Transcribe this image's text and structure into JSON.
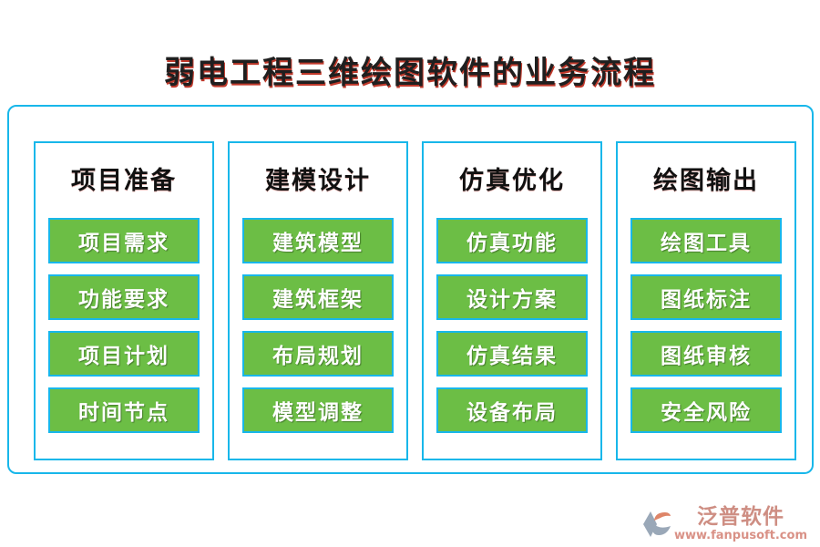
{
  "title": "弱电工程三维绘图软件的业务流程",
  "colors": {
    "accent_cyan": "#18b7ea",
    "button_green": "#6cbe45",
    "title_ink": "#1f1f1f",
    "title_red_shadow": "#c0392b",
    "logo_pink": "#ce8e83",
    "logo_url_pink": "#d99186",
    "logo_grey": "#9aa8b8",
    "logo_salmon": "#de8568"
  },
  "columns": [
    {
      "header": "项目准备",
      "buttons": [
        "项目需求",
        "功能要求",
        "项目计划",
        "时间节点"
      ]
    },
    {
      "header": "建模设计",
      "buttons": [
        "建筑模型",
        "建筑框架",
        "布局规划",
        "模型调整"
      ]
    },
    {
      "header": "仿真优化",
      "buttons": [
        "仿真功能",
        "设计方案",
        "仿真结果",
        "设备布局"
      ]
    },
    {
      "header": "绘图输出",
      "buttons": [
        "绘图工具",
        "图纸标注",
        "图纸审核",
        "安全风险"
      ]
    }
  ],
  "footer": {
    "brand": "泛普软件",
    "url": "www.fanpusoft.com"
  }
}
